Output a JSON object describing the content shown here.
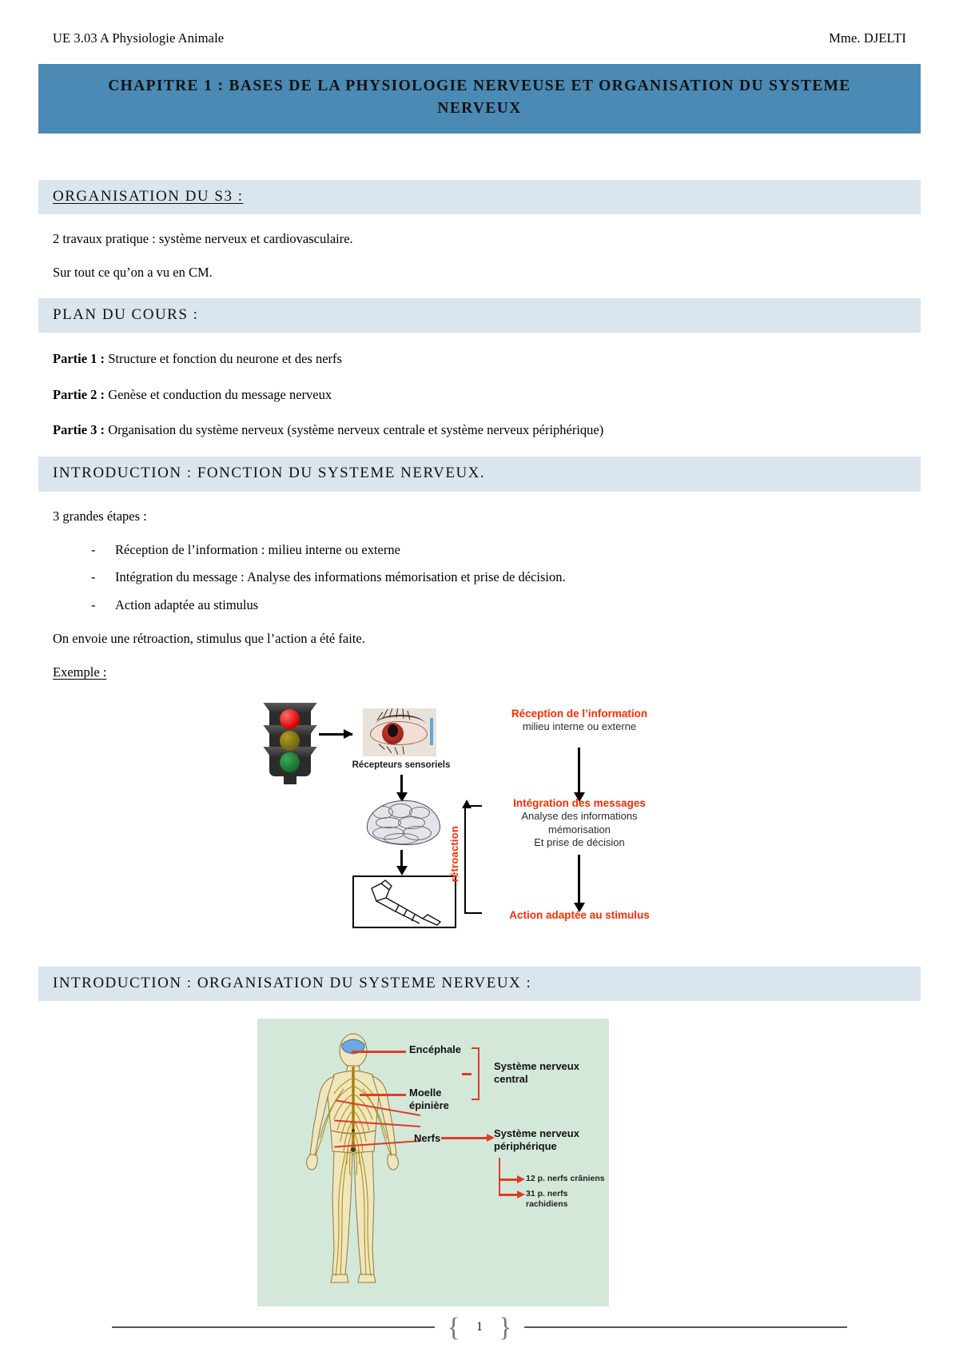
{
  "header": {
    "left": "UE 3.03 A Physiologie Animale",
    "right": "Mme. DJELTI"
  },
  "chapter_title": "CHAPITRE 1 : BASES DE LA PHYSIOLOGIE NERVEUSE ET ORGANISATION DU SYSTEME NERVEUX",
  "sections": {
    "organisation_s3": {
      "heading": "ORGANISATION DU S3 :",
      "p1": "2 travaux pratique : système nerveux et cardiovasculaire.",
      "p2": "Sur tout ce qu’on a vu en CM."
    },
    "plan_du_cours": {
      "heading": "PLAN DU COURS :",
      "items": [
        {
          "label": "Partie 1 :",
          "text": " Structure et fonction du neurone et des nerfs"
        },
        {
          "label": "Partie 2 :",
          "text": " Genèse et conduction du message nerveux"
        },
        {
          "label": "Partie 3 :",
          "text": " Organisation du système nerveux (système nerveux centrale et système nerveux périphérique)"
        }
      ]
    },
    "intro_fonction": {
      "heading": "INTRODUCTION : FONCTION DU SYSTEME NERVEUX.",
      "lead": "3 grandes étapes :",
      "bullets": [
        "Réception de l’information : milieu interne ou externe",
        "Intégration du message : Analyse des informations mémorisation et prise de décision.",
        "Action adaptée au stimulus"
      ],
      "after": "On envoie une rétroaction, stimulus que l’action a été faite.",
      "example_label": "Exemple :"
    },
    "intro_organisation": {
      "heading": "INTRODUCTION : ORGANISATION DU SYSTEME NERVEUX :"
    }
  },
  "figure_reflex": {
    "caption_receptors": "Récepteurs sensoriels",
    "step1_title": "Réception de l’information",
    "step1_sub": "milieu interne ou externe",
    "step2_title": "Intégration des messages",
    "step2_sub_line1": "Analyse des informations",
    "step2_sub_line2": "mémorisation",
    "step2_sub_line3": "Et prise de décision",
    "step3_title": "Action adaptée au stimulus",
    "feedback_label": "rétroaction",
    "accent_color": "#ff2a00"
  },
  "figure_nervous_system": {
    "label_brain": "Encéphale",
    "label_cord_line1": "Moelle",
    "label_cord_line2": "épinière",
    "label_nerves": "Nerfs",
    "group_cns_line1": "Système nerveux",
    "group_cns_line2": "central",
    "group_pns_line1": "Système nerveux",
    "group_pns_line2": "périphérique",
    "branch_cranial": "12 p. nerfs crâniens",
    "branch_spinal": "31 p. nerfs rachidiens",
    "accent_color": "#e03b28",
    "background_color": "#d4e8da"
  },
  "footer": {
    "page_number": "1",
    "paren_left": "{",
    "paren_right": "}"
  }
}
